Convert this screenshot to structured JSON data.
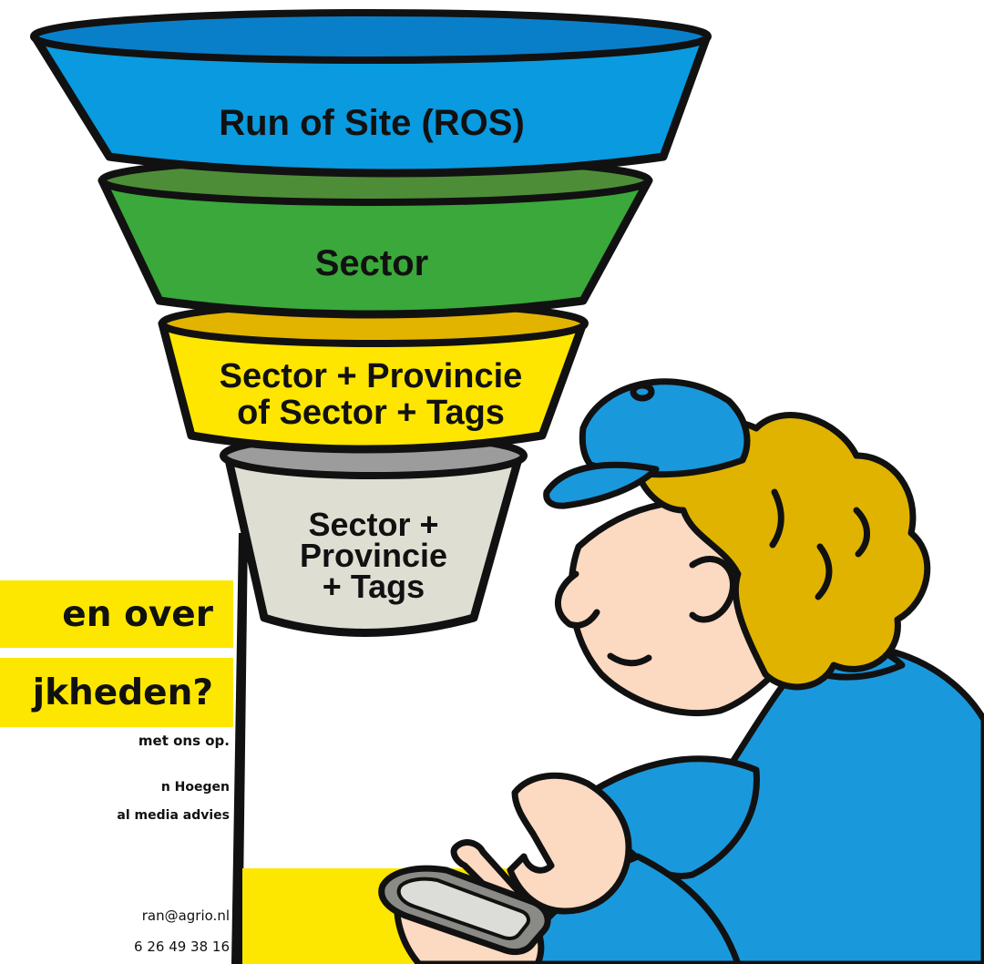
{
  "funnel": {
    "tiers": [
      {
        "label_lines": [
          "Run of Site (ROS)"
        ],
        "color": "#0a9ae0"
      },
      {
        "label_lines": [
          "Sector"
        ],
        "color": "#3aa63a"
      },
      {
        "label_lines": [
          "Sector + Provincie",
          "of Sector + Tags"
        ],
        "color": "#ffe600"
      },
      {
        "label_lines": [
          "Sector +",
          "Provincie",
          "+ Tags"
        ],
        "color": "#e0dfd5"
      }
    ]
  },
  "cta": {
    "line1": "en over",
    "line2": "jkheden?",
    "subline": "met ons op."
  },
  "contact": {
    "name": "n Hoegen",
    "role": "al media advies",
    "email": "ran@agrio.nl",
    "phone": "6 26 49 38 16"
  },
  "colors": {
    "accent_yellow": "#fde700",
    "cap_blue": "#1a98dc",
    "hair": "#e0b300",
    "skin": "#fcd9c1"
  }
}
